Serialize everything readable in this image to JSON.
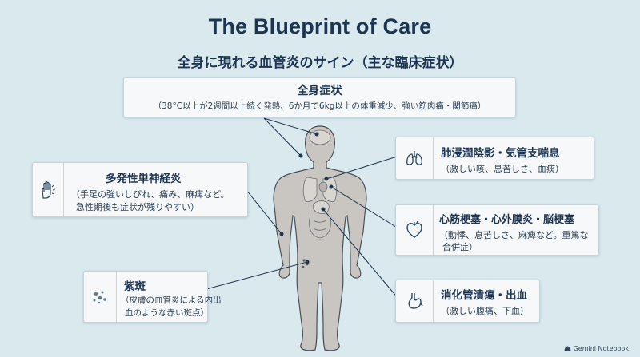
{
  "title": "The Blueprint of Care",
  "subtitle": "全身に現れる血管炎のサイン（主な臨床症状）",
  "cards": {
    "systemic": {
      "title": "全身症状",
      "description": "（38°C以上が2週間以上続く発熱、6か月で6kg以上の体重減少、強い筋肉痛・関節痛）"
    },
    "lung": {
      "title": "肺浸潤陰影・気管支喘息",
      "description": "（激しい咳、息苦しさ、血痰）",
      "icon": "lungs-icon"
    },
    "neuro": {
      "title": "多発性単神経炎",
      "description_line1": "（手足の強いしびれ、痛み、麻痺など。",
      "description_line2": "急性期後も症状が残りやすい）",
      "icon": "hand-icon"
    },
    "heart": {
      "title": "心筋梗塞・心外膜炎・脳梗塞",
      "description_line1": "（動悸、息苦しさ、麻痺など。重篤な",
      "description_line2": "合併症）",
      "icon": "heart-icon"
    },
    "purpura": {
      "title": "紫斑",
      "description_line1": "（皮膚の血管炎による内出",
      "description_line2": "血のような赤い斑点）",
      "icon": "dots-icon"
    },
    "gi": {
      "title": "消化管潰瘍・出血",
      "description": "（激しい腹痛、下血）",
      "icon": "stomach-icon"
    }
  },
  "footer": {
    "brand": "Gemini Notebook"
  },
  "colors": {
    "background": "#d9e9ee",
    "card": "#f6f8f9",
    "title": "#1c3552",
    "body": "#c9c5c0",
    "body_outline": "#4a4f57",
    "organ": "#d9d5d0",
    "line": "#1f3550"
  }
}
